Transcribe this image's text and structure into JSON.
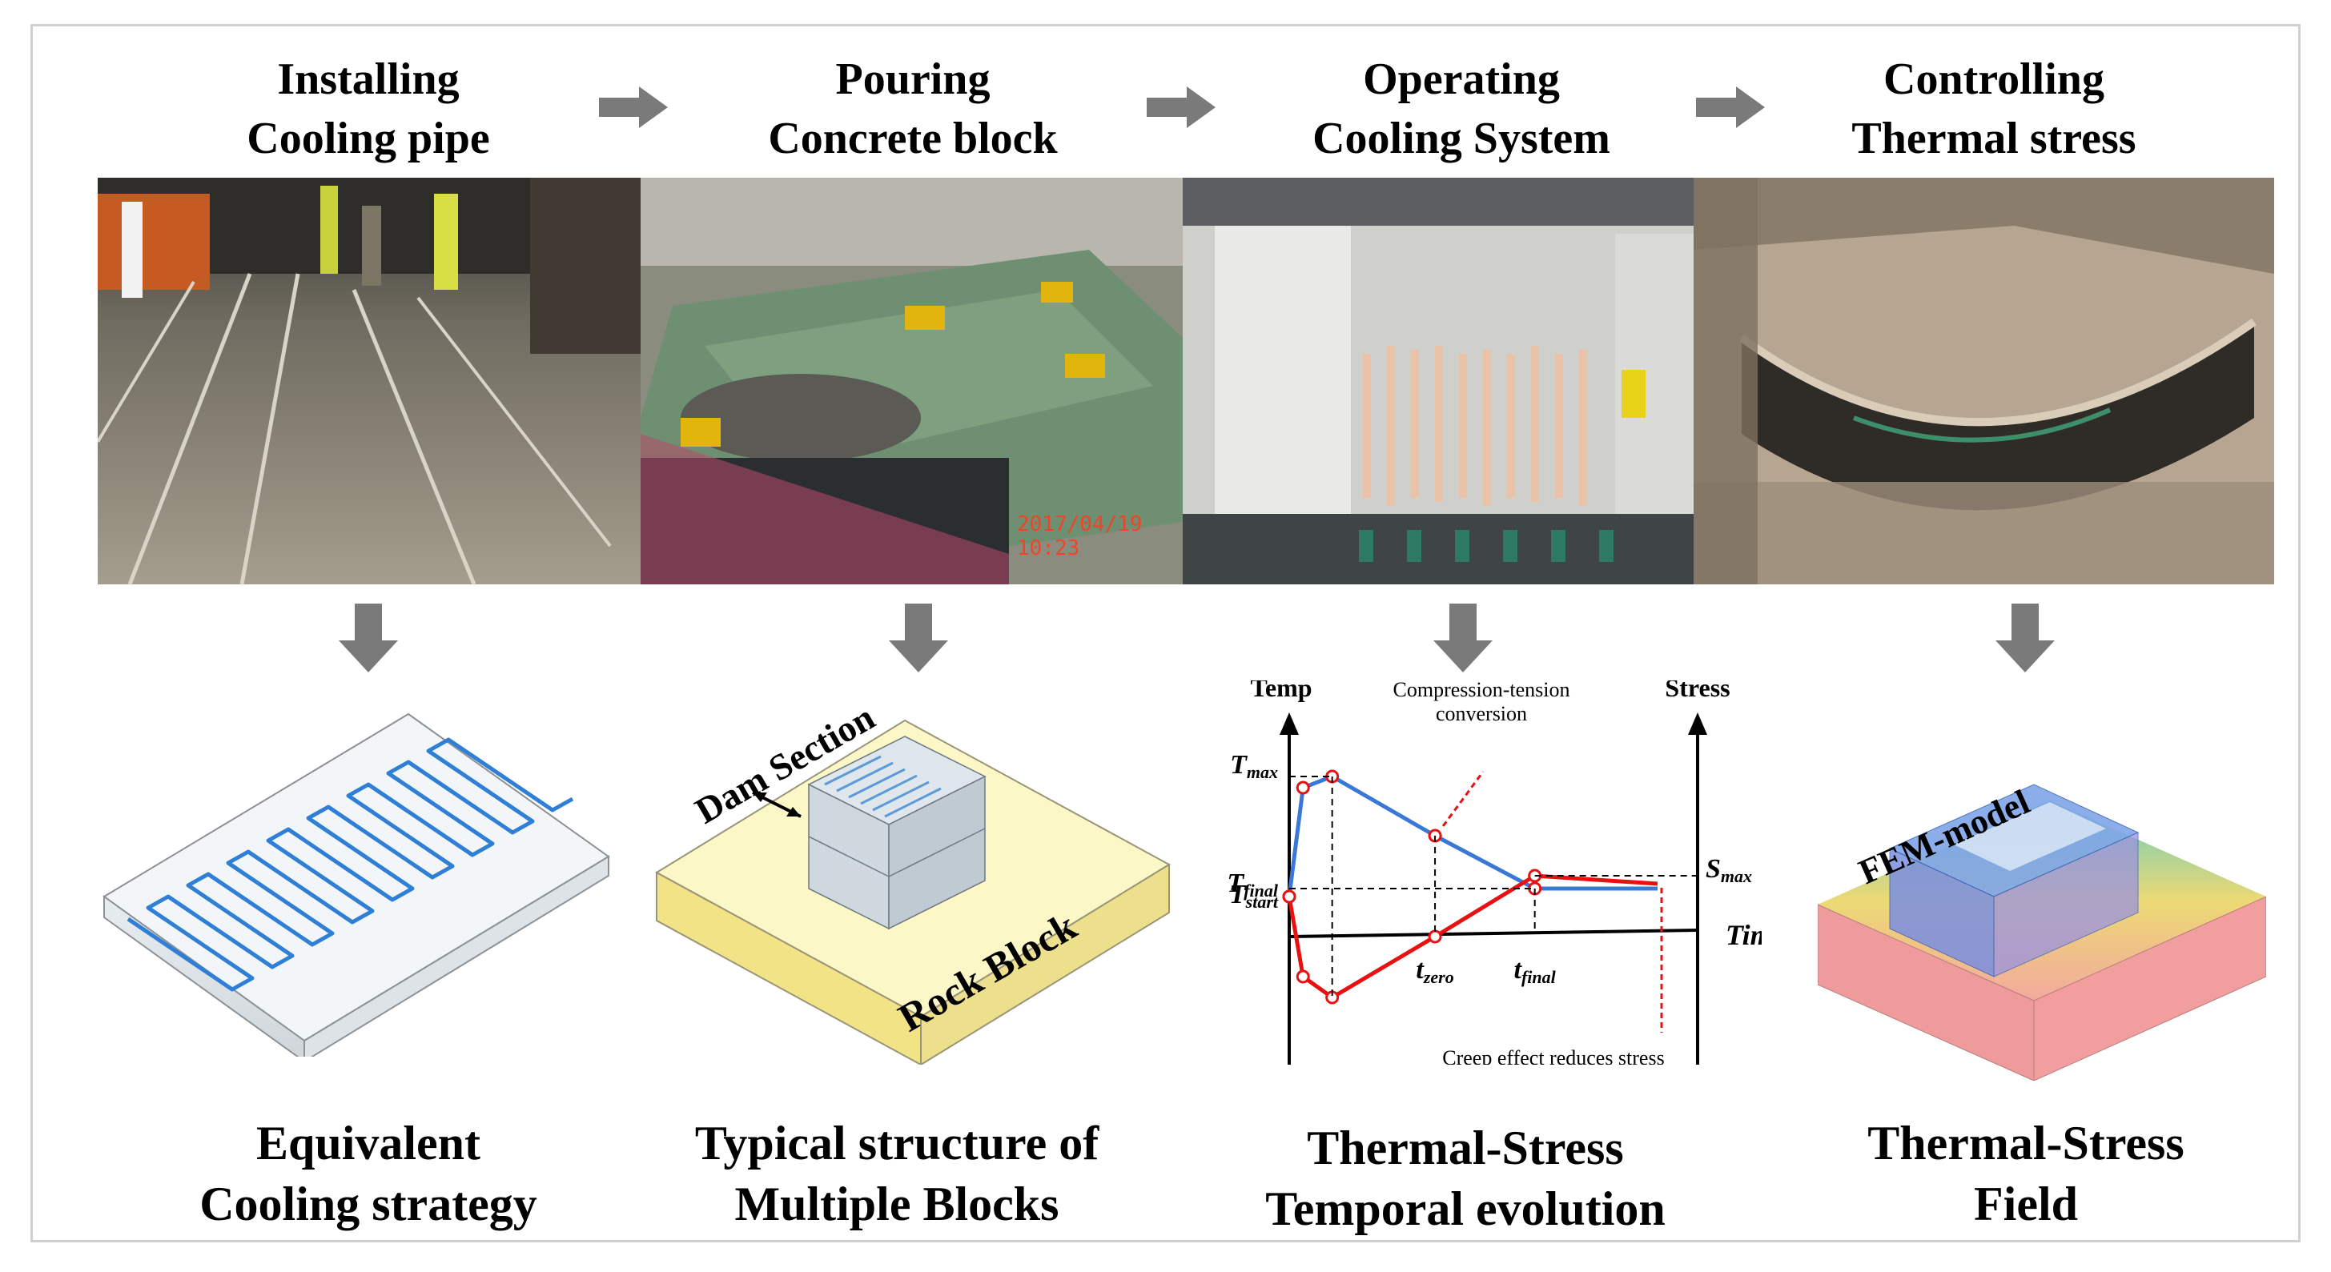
{
  "steps": [
    {
      "title": "Installing\nCooling pipe",
      "caption": "Equivalent\nCooling strategy"
    },
    {
      "title": "Pouring\nConcrete block",
      "caption": "Typical structure of\nMultiple Blocks"
    },
    {
      "title": "Operating\nCooling System",
      "caption": "Thermal-Stress\nTemporal evolution"
    },
    {
      "title": "Controlling\nThermal stress",
      "caption": "Thermal-Stress\nField"
    }
  ],
  "photo2_stamp": "2017/04/19 10:23",
  "block_labels": {
    "dam_section": "Dam Section",
    "rock_block": "Rock Block"
  },
  "fem_label": "FEM-model",
  "chart_data": {
    "type": "line",
    "left_axis_label": "Temp",
    "right_axis_label": "Stress",
    "x_axis_label": "Time",
    "annotations": {
      "conversion": "Compression-tension\nconversion",
      "creep": "Creep effect reduces stress"
    },
    "y_ticks_left": [
      {
        "base": "T",
        "sub": "max"
      },
      {
        "base": "T",
        "sub": "final"
      },
      {
        "base": "T",
        "sub": "start"
      }
    ],
    "y_ticks_right": [
      {
        "base": "S",
        "sub": "max"
      }
    ],
    "x_ticks": [
      {
        "base": "t",
        "sub": "zero"
      },
      {
        "base": "t",
        "sub": "final"
      }
    ],
    "series": [
      {
        "color": "#3a78d8",
        "points": [
          [
            0,
            0.25
          ],
          [
            0.09,
            0.93
          ],
          [
            0.28,
            1.0
          ],
          [
            0.95,
            0.63
          ],
          [
            1.6,
            0.3
          ],
          [
            2.4,
            0.3
          ]
        ]
      },
      {
        "color": "#e81010",
        "points": [
          [
            0,
            0.25
          ],
          [
            0.09,
            -0.25
          ],
          [
            0.28,
            -0.38
          ],
          [
            0.95,
            0.0
          ],
          [
            1.6,
            0.38
          ],
          [
            2.4,
            0.33
          ]
        ]
      }
    ]
  },
  "colors": {
    "arrow": "#7a7a7a",
    "temp_line": "#3a78d8",
    "stress_line": "#e81010",
    "pipe": "#2f7fd6"
  }
}
